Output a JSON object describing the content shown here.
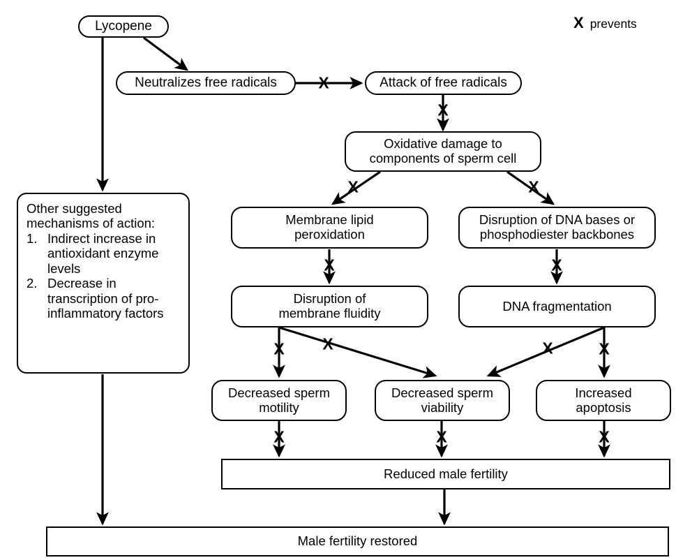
{
  "figure": {
    "type": "flowchart",
    "title": "Mechanism of lycopene action on male fertility",
    "background_color": "#ffffff",
    "line_color": "#000000",
    "node_fill": "#ffffff"
  },
  "legend": {
    "symbol": "X",
    "label": "prevents"
  },
  "nodes": {
    "lycopene": {
      "label": "Lycopene",
      "shape": "pill"
    },
    "neutralizes": {
      "label": "Neutralizes free radicals",
      "shape": "pill"
    },
    "attack": {
      "label": "Attack of free radicals",
      "shape": "pill"
    },
    "oxidative_damage": {
      "label": "Oxidative damage to\ncomponents of sperm cell",
      "shape": "rounded"
    },
    "membrane_lipid_peroxidation": {
      "label": "Membrane lipid\nperoxidation",
      "shape": "rounded"
    },
    "dna_disruption": {
      "label": "Disruption of DNA bases or\nphosphodiester backbones",
      "shape": "rounded"
    },
    "membrane_fluidity": {
      "label": "Disruption of\nmembrane fluidity",
      "shape": "rounded"
    },
    "dna_fragmentation": {
      "label": "DNA fragmentation",
      "shape": "rounded"
    },
    "sperm_motility": {
      "label": "Decreased sperm\nmotility",
      "shape": "rounded"
    },
    "sperm_viability": {
      "label": "Decreased sperm\nviability",
      "shape": "rounded"
    },
    "increased_apoptosis": {
      "label": "Increased\napoptosis",
      "shape": "rounded"
    },
    "reduced_fertility": {
      "label": "Reduced male fertility",
      "shape": "rectangle"
    },
    "fertility_restored": {
      "label": "Male fertility restored",
      "shape": "rectangle"
    },
    "other_mechanisms": {
      "heading": "Other suggested\nmechanisms of action:",
      "items": [
        {
          "num": "1.",
          "text": "Indirect increase in antioxidant enzyme levels"
        },
        {
          "num": "2.",
          "text": "Decrease in transcription of pro-inflammatory factors"
        }
      ],
      "shape": "rounded"
    }
  },
  "edges": [
    {
      "from": "lycopene",
      "to": "neutralizes",
      "marker": "arrow",
      "blocked": false
    },
    {
      "from": "lycopene",
      "to": "other_mechanisms",
      "marker": "arrow",
      "blocked": false
    },
    {
      "from": "other_mechanisms",
      "to": "fertility_restored",
      "marker": "arrow",
      "blocked": false
    },
    {
      "from": "neutralizes",
      "to": "attack",
      "marker": "arrow",
      "blocked": true
    },
    {
      "from": "attack",
      "to": "oxidative_damage",
      "marker": "arrow",
      "blocked": true
    },
    {
      "from": "oxidative_damage",
      "to": "membrane_lipid_peroxidation",
      "marker": "arrow",
      "blocked": true
    },
    {
      "from": "oxidative_damage",
      "to": "dna_disruption",
      "marker": "arrow",
      "blocked": true
    },
    {
      "from": "membrane_lipid_peroxidation",
      "to": "membrane_fluidity",
      "marker": "arrow",
      "blocked": true
    },
    {
      "from": "dna_disruption",
      "to": "dna_fragmentation",
      "marker": "arrow",
      "blocked": true
    },
    {
      "from": "membrane_fluidity",
      "to": "sperm_motility",
      "marker": "arrow",
      "blocked": true
    },
    {
      "from": "membrane_fluidity",
      "to": "sperm_viability",
      "marker": "arrow",
      "blocked": true
    },
    {
      "from": "dna_fragmentation",
      "to": "sperm_viability",
      "marker": "arrow",
      "blocked": true
    },
    {
      "from": "dna_fragmentation",
      "to": "increased_apoptosis",
      "marker": "arrow",
      "blocked": true
    },
    {
      "from": "sperm_motility",
      "to": "reduced_fertility",
      "marker": "arrow",
      "blocked": true
    },
    {
      "from": "sperm_viability",
      "to": "reduced_fertility",
      "marker": "arrow",
      "blocked": true
    },
    {
      "from": "increased_apoptosis",
      "to": "reduced_fertility",
      "marker": "arrow",
      "blocked": true
    },
    {
      "from": "reduced_fertility",
      "to": "fertility_restored",
      "marker": "arrow",
      "blocked": false
    }
  ]
}
